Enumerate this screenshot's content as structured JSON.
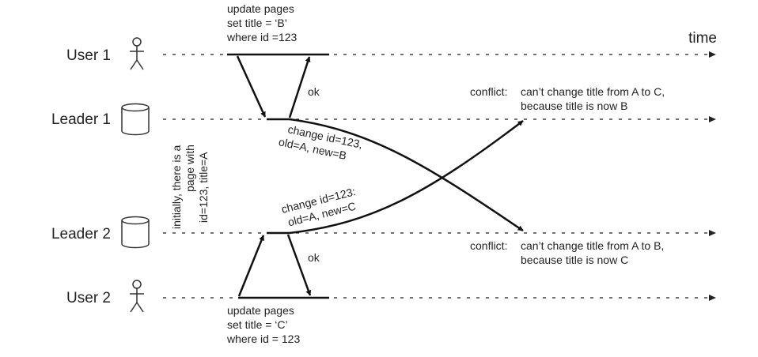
{
  "lanes": {
    "user1": "User 1",
    "leader1": "Leader 1",
    "leader2": "Leader 2",
    "user2": "User 2"
  },
  "time_label": "time",
  "user1_request": {
    "line1": "update pages",
    "line2": "set title = ‘B’",
    "line3": "where id =123"
  },
  "user2_request": {
    "line1": "update pages",
    "line2": "set title = ‘C’",
    "line3": "where id = 123"
  },
  "ok_label": "ok",
  "replication_1": {
    "line1": "change id=123,",
    "line2": "old=A, new=B"
  },
  "replication_2": {
    "line1": "change id=123:",
    "line2": "old=A, new=C"
  },
  "conflict_leader1": {
    "prefix": "conflict:",
    "line1": "can’t change title from A to C,",
    "line2": "because title is now B"
  },
  "conflict_leader2": {
    "prefix": "conflict:",
    "line1": "can’t change title from A to B,",
    "line2": "because title is now C"
  },
  "initial_note": {
    "line1": "initially, there is a",
    "line2": "page with",
    "line3": "id=123, title=A"
  },
  "icons": {
    "user": "person-icon",
    "leader": "database-cylinder-icon"
  },
  "colors": {
    "ink": "#111111",
    "timeline": "#444444"
  }
}
